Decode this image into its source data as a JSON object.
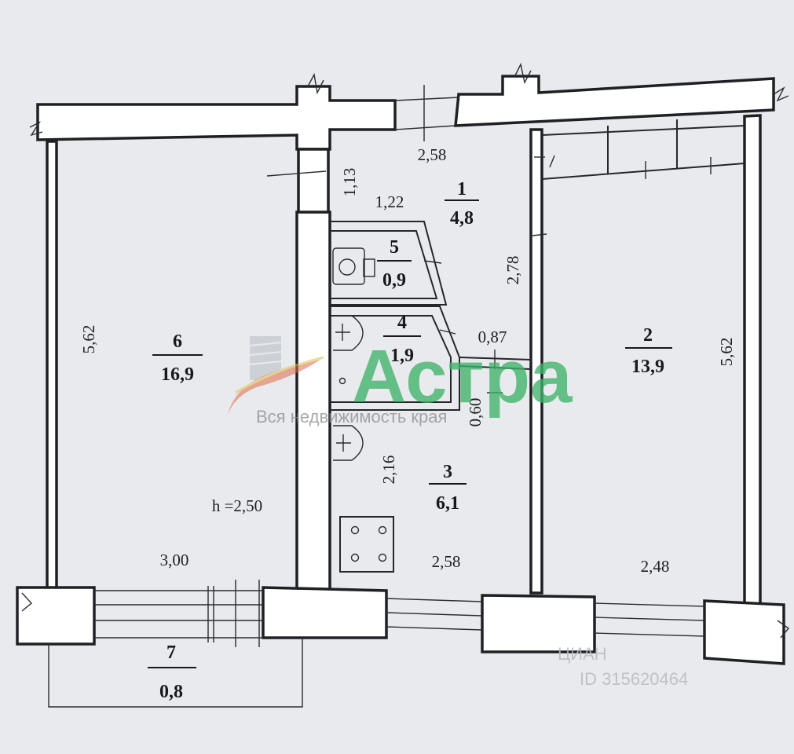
{
  "rooms": [
    {
      "id": "1",
      "area": "4,8"
    },
    {
      "id": "2",
      "area": "13,9"
    },
    {
      "id": "3",
      "area": "6,1"
    },
    {
      "id": "4",
      "area": "1,9"
    },
    {
      "id": "5",
      "area": "0,9"
    },
    {
      "id": "6",
      "area": "16,9"
    },
    {
      "id": "7",
      "area": "0,8"
    }
  ],
  "dimensions": {
    "hall_width": "2,58",
    "passage_length": "1,13",
    "hall_bath_width": "1,22",
    "hall_depth": "2,78",
    "bath_width": "0,87",
    "bath_wall": "0,60",
    "kitchen_depth": "2,16",
    "kitchen_width": "2,58",
    "room6_width": "3,00",
    "room6_length": "5,62",
    "room2_length": "5,62",
    "room2_width": "2,48",
    "ceiling_height": "h =2,50"
  },
  "watermark": {
    "brand": "Астра",
    "tagline": "Вся недвижимость края"
  },
  "stamp": {
    "brand": "ЦИАН",
    "id_text": "ID 315620464"
  },
  "icons": {
    "watermark_logo": "building-logo-icon",
    "toilet": "toilet-icon",
    "sink": "sink-icon",
    "kitchen_sink": "kitchen-sink-icon",
    "stove": "stove-icon"
  },
  "colors": {
    "paper": "#e9eaed",
    "line": "#1f2024",
    "watermark_green": "#3fb36a"
  }
}
